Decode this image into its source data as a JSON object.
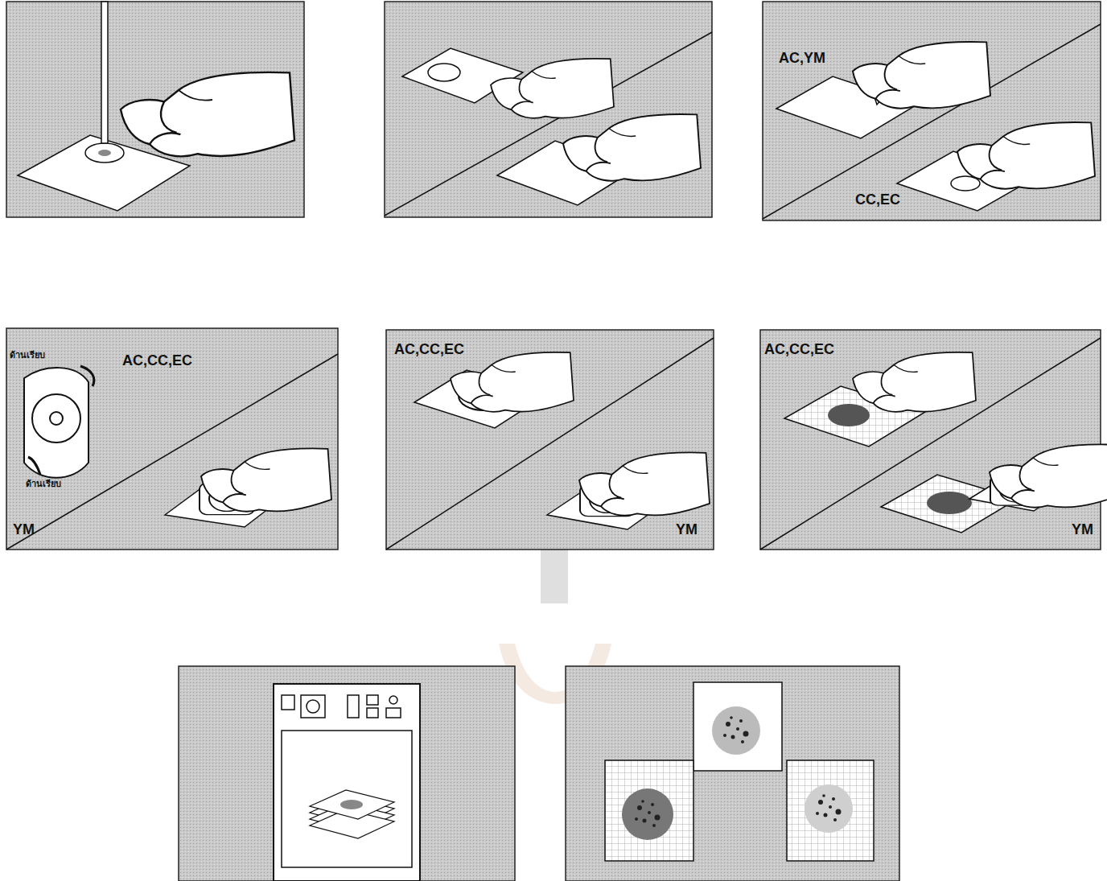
{
  "diagram": {
    "labels": [
      "AC,YM",
      "CC,EC",
      "ด้านเรียบ",
      "AC,CC,EC",
      "ด้านเรียบ",
      "YM",
      "AC,CC,EC",
      "YM",
      "AC,CC,EC",
      "YM"
    ]
  }
}
